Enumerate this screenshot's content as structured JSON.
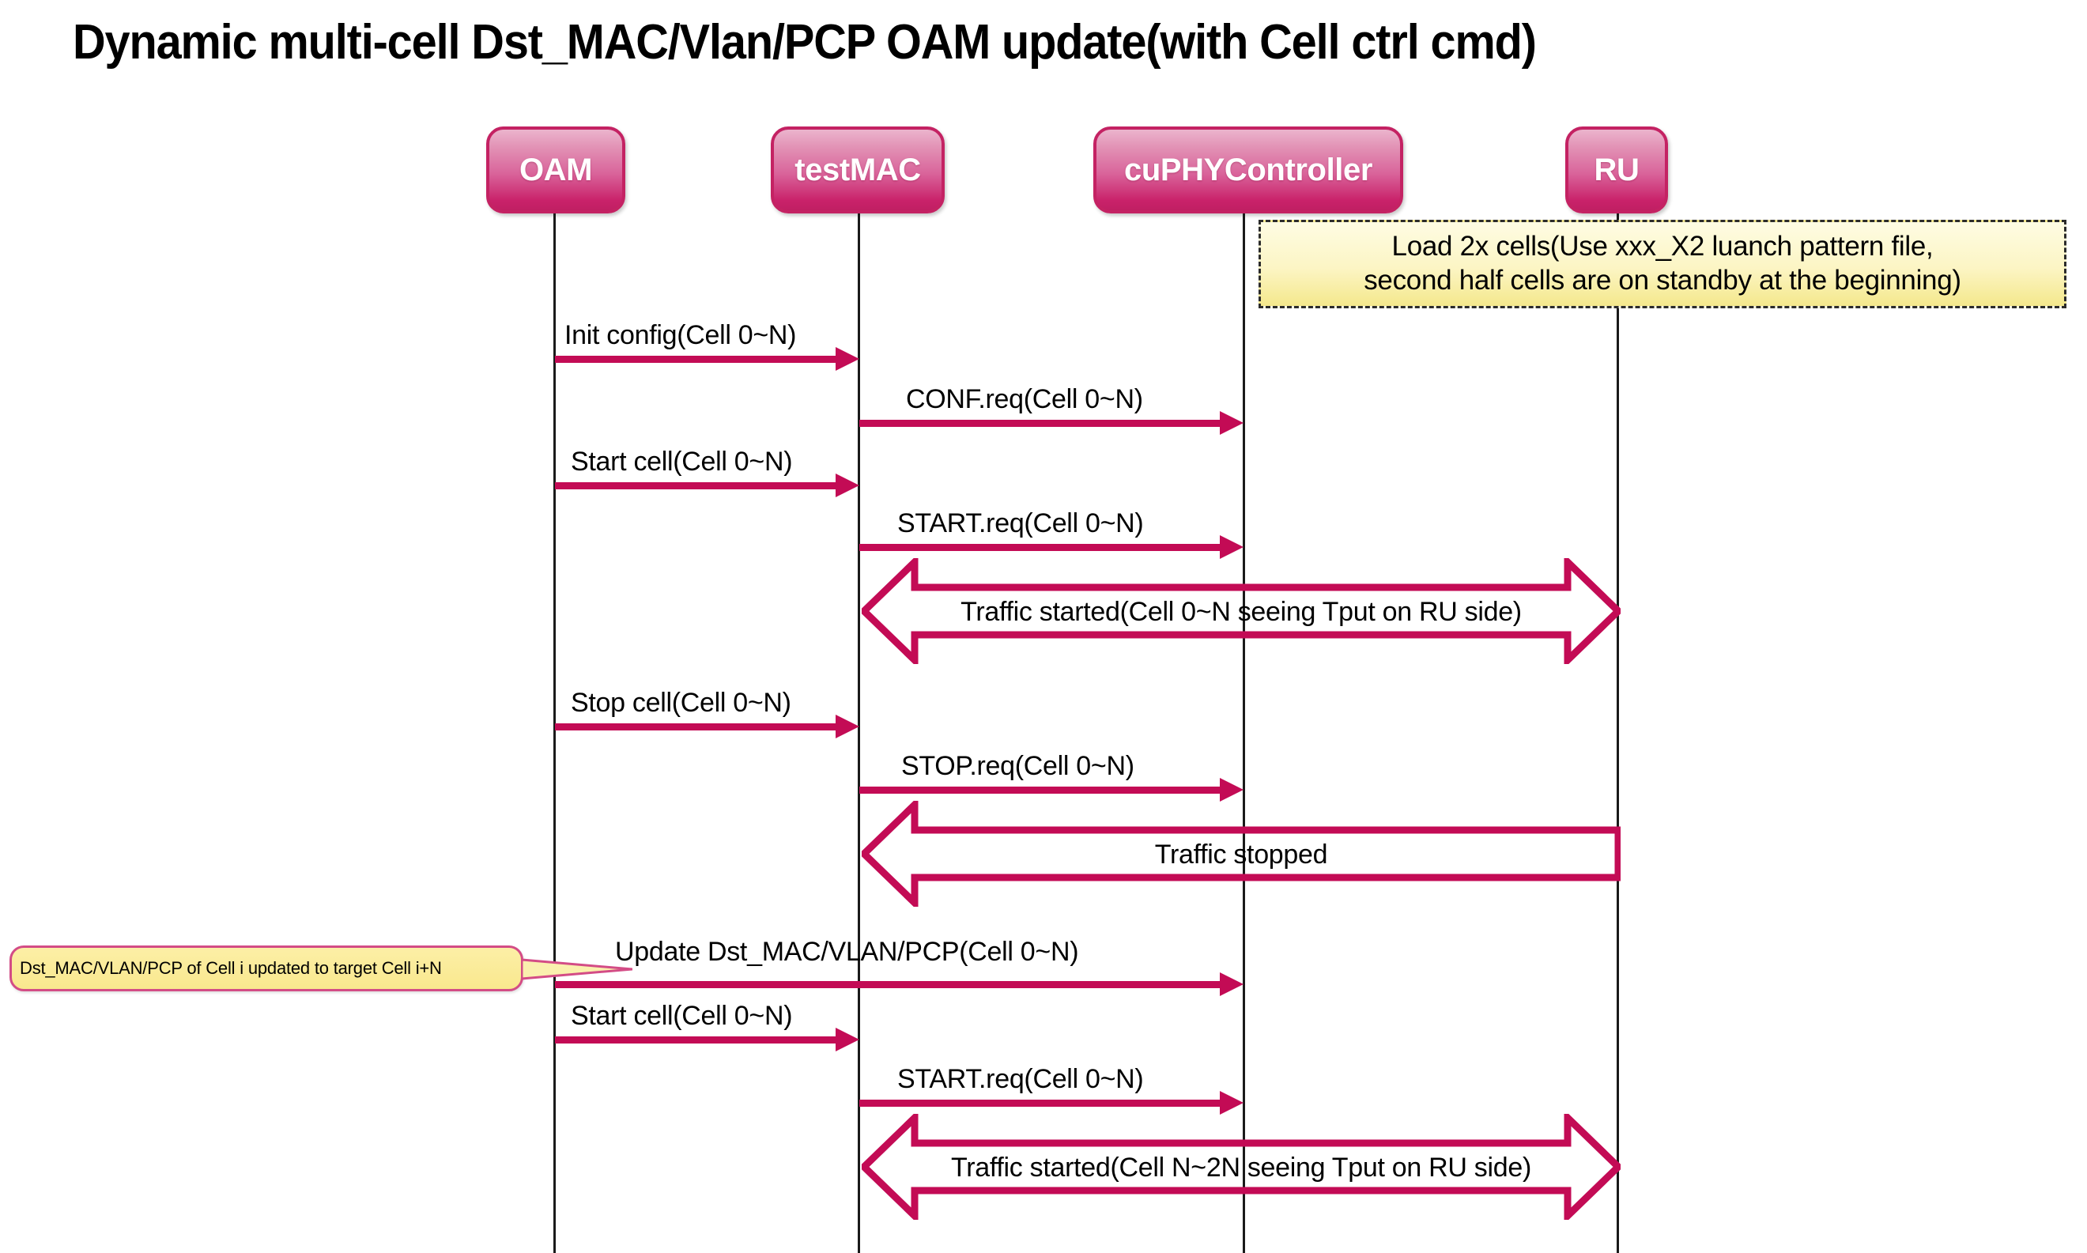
{
  "diagram": {
    "title": "Dynamic multi-cell Dst_MAC/Vlan/PCP OAM update(with Cell ctrl cmd)",
    "type": "sequence-diagram",
    "colors": {
      "arrow": "#C30B55",
      "actor_border": "#C42263",
      "actor_fill_top": "#EBB4CD",
      "actor_fill_bottom": "#C9226A",
      "note_fill": "#FCF5C4",
      "note_border": "#2b2b2b",
      "callout_border": "#D34C86",
      "callout_fill": "#F9E88E",
      "lifeline": "#1a1a1a"
    }
  },
  "actors": [
    {
      "id": "oam",
      "label": "OAM"
    },
    {
      "id": "testmac",
      "label": "testMAC"
    },
    {
      "id": "cuphy",
      "label": "cuPHYController"
    },
    {
      "id": "ru",
      "label": "RU"
    }
  ],
  "note": {
    "lines": [
      "Load 2x cells(Use xxx_X2 luanch pattern file,",
      "second half cells are on standby at the beginning)"
    ]
  },
  "callout": {
    "text": "Dst_MAC/VLAN/PCP of Cell i updated to target Cell i+N"
  },
  "messages": [
    {
      "id": "m1",
      "label": "Init config(Cell 0~N)",
      "from": "oam",
      "to": "testmac",
      "kind": "arrow-right"
    },
    {
      "id": "m2",
      "label": "CONF.req(Cell 0~N)",
      "from": "testmac",
      "to": "cuphy",
      "kind": "arrow-right"
    },
    {
      "id": "m3",
      "label": "Start cell(Cell 0~N)",
      "from": "oam",
      "to": "testmac",
      "kind": "arrow-right"
    },
    {
      "id": "m4",
      "label": "START.req(Cell 0~N)",
      "from": "testmac",
      "to": "cuphy",
      "kind": "arrow-right"
    },
    {
      "id": "m5",
      "label": "Traffic started(Cell 0~N seeing Tput on RU side)",
      "from": "testmac",
      "to": "ru",
      "kind": "block-double"
    },
    {
      "id": "m6",
      "label": "Stop cell(Cell 0~N)",
      "from": "oam",
      "to": "testmac",
      "kind": "arrow-right"
    },
    {
      "id": "m7",
      "label": "STOP.req(Cell 0~N)",
      "from": "testmac",
      "to": "cuphy",
      "kind": "arrow-right"
    },
    {
      "id": "m8",
      "label": "Traffic stopped",
      "from": "ru",
      "to": "testmac",
      "kind": "block-left"
    },
    {
      "id": "m9",
      "label": "Update Dst_MAC/VLAN/PCP(Cell 0~N)",
      "from": "oam",
      "to": "cuphy",
      "kind": "arrow-right"
    },
    {
      "id": "m10",
      "label": "Start cell(Cell 0~N)",
      "from": "oam",
      "to": "testmac",
      "kind": "arrow-right"
    },
    {
      "id": "m11",
      "label": "START.req(Cell 0~N)",
      "from": "testmac",
      "to": "cuphy",
      "kind": "arrow-right"
    },
    {
      "id": "m12",
      "label": "Traffic started(Cell N~2N seeing Tput on RU side)",
      "from": "testmac",
      "to": "ru",
      "kind": "block-double"
    }
  ]
}
